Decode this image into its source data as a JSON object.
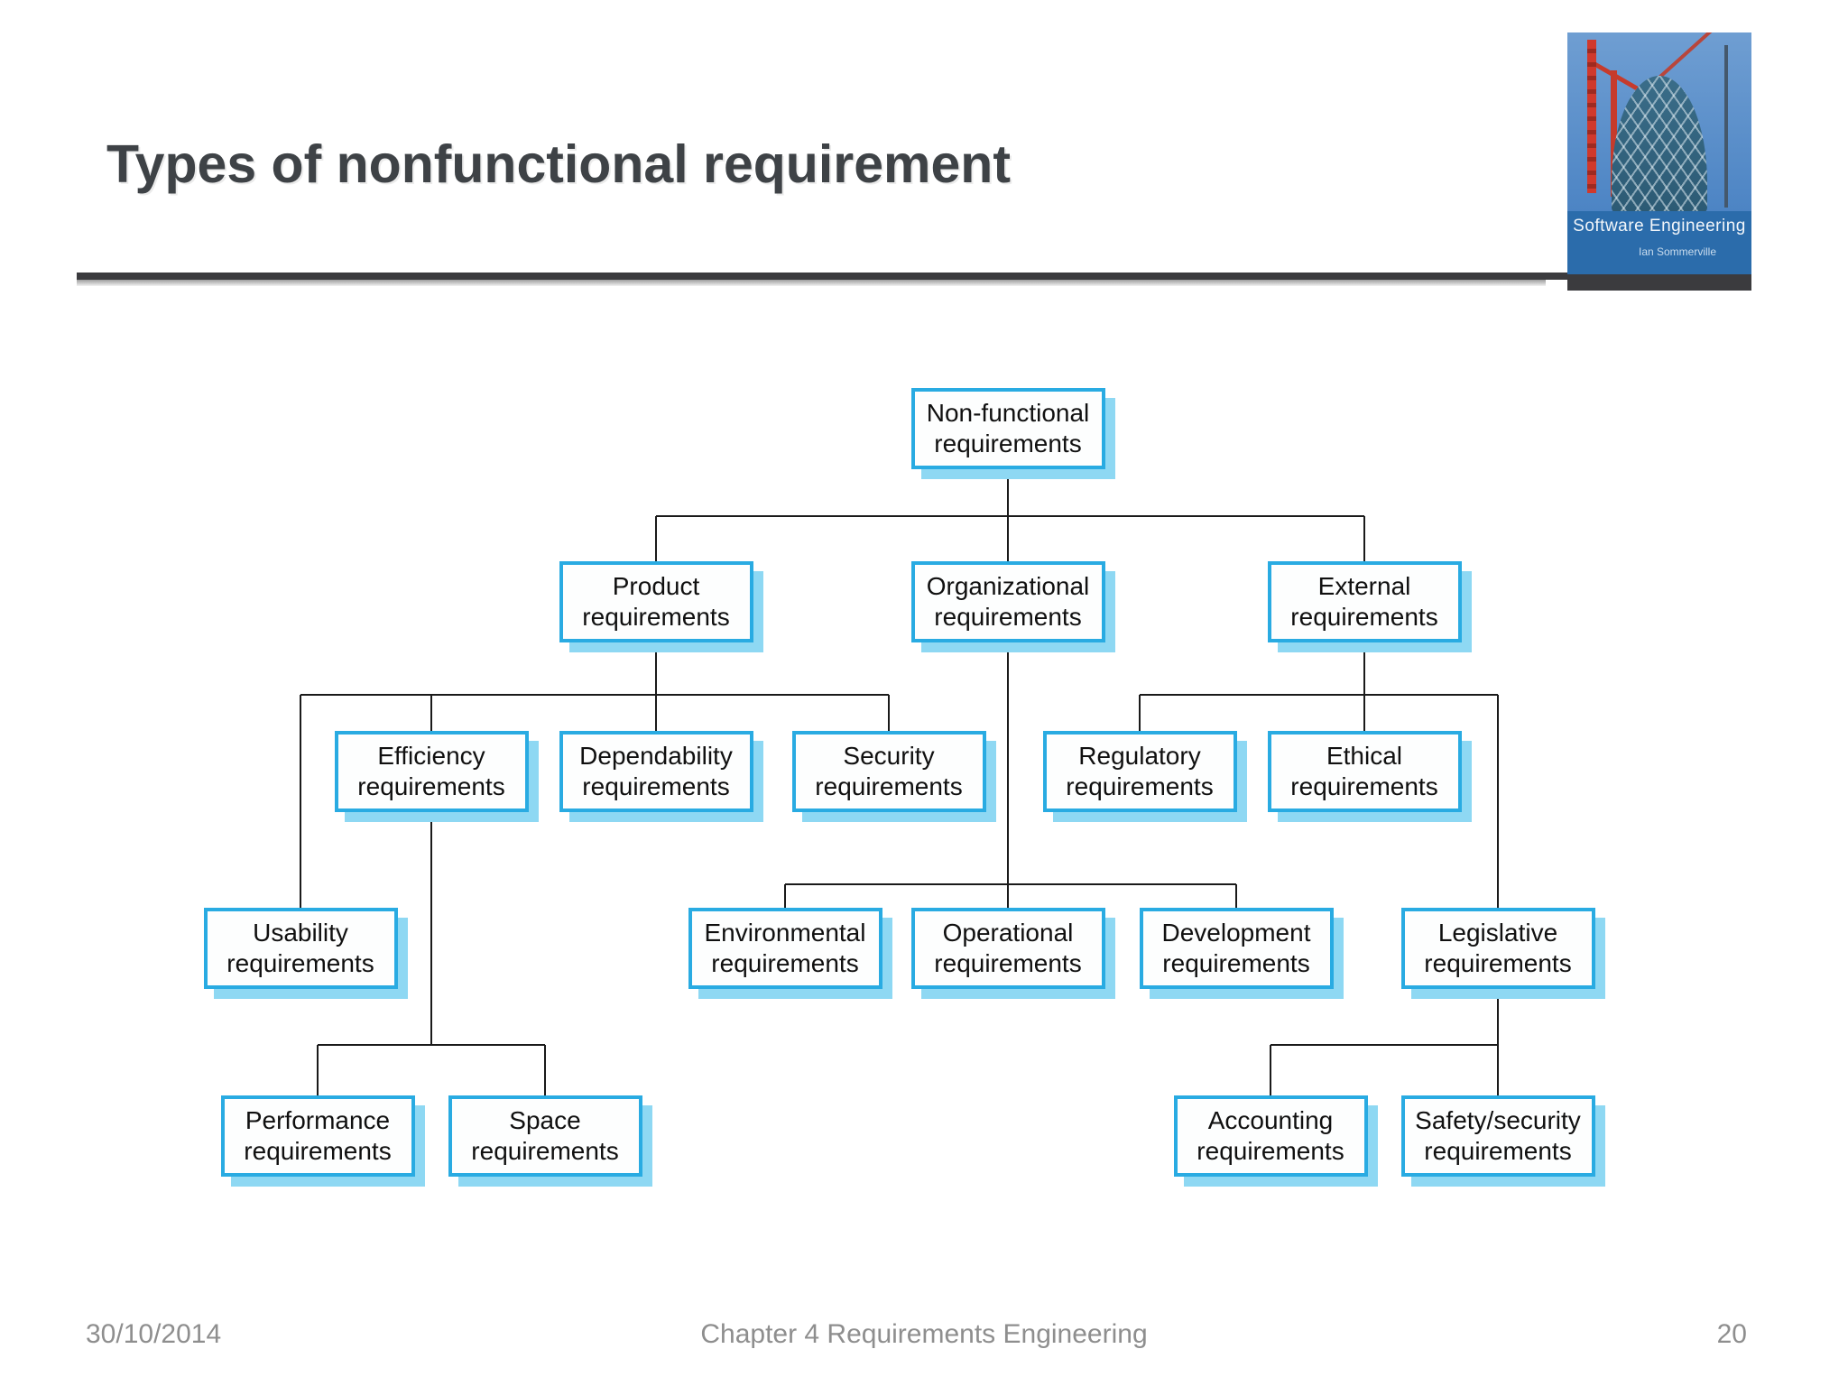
{
  "slide": {
    "title": "Types of nonfunctional requirement",
    "footer": {
      "date": "30/10/2014",
      "chapter": "Chapter 4 Requirements Engineering",
      "page_number": "20"
    }
  },
  "book_cover": {
    "title": "Software Engineering",
    "author": "Ian Sommerville"
  },
  "colors": {
    "box_border": "#29abe2",
    "box_shadow": "#8ed8f3",
    "box_fill": "#fdfefe",
    "connector": "#1a1a1a",
    "title_text": "#3e4246",
    "footer_text": "#8e8e8e",
    "divider": "#3b3b3e",
    "cover_band_blue": "#2b6cab"
  },
  "diagram": {
    "nodes": [
      {
        "id": "nonfunctional",
        "label": "Non-functional requirements"
      },
      {
        "id": "product",
        "label": "Product requirements"
      },
      {
        "id": "organizational",
        "label": "Organizational requirements"
      },
      {
        "id": "external",
        "label": "External requirements"
      },
      {
        "id": "efficiency",
        "label": "Efficiency requirements"
      },
      {
        "id": "dependability",
        "label": "Dependability requirements"
      },
      {
        "id": "security",
        "label": "Security requirements"
      },
      {
        "id": "regulatory",
        "label": "Regulatory requirements"
      },
      {
        "id": "ethical",
        "label": "Ethical requirements"
      },
      {
        "id": "usability",
        "label": "Usability requirements"
      },
      {
        "id": "environmental",
        "label": "Environmental requirements"
      },
      {
        "id": "operational",
        "label": "Operational requirements"
      },
      {
        "id": "development",
        "label": "Development requirements"
      },
      {
        "id": "legislative",
        "label": "Legislative requirements"
      },
      {
        "id": "performance",
        "label": "Performance requirements"
      },
      {
        "id": "space",
        "label": "Space requirements"
      },
      {
        "id": "accounting",
        "label": "Accounting requirements"
      },
      {
        "id": "safety",
        "label": "Safety/security requirements"
      }
    ],
    "edges": [
      [
        "nonfunctional",
        "product"
      ],
      [
        "nonfunctional",
        "organizational"
      ],
      [
        "nonfunctional",
        "external"
      ],
      [
        "product",
        "efficiency"
      ],
      [
        "product",
        "dependability"
      ],
      [
        "product",
        "security"
      ],
      [
        "product",
        "usability"
      ],
      [
        "efficiency",
        "performance"
      ],
      [
        "efficiency",
        "space"
      ],
      [
        "organizational",
        "environmental"
      ],
      [
        "organizational",
        "operational"
      ],
      [
        "organizational",
        "development"
      ],
      [
        "external",
        "regulatory"
      ],
      [
        "external",
        "ethical"
      ],
      [
        "external",
        "legislative"
      ],
      [
        "legislative",
        "accounting"
      ],
      [
        "legislative",
        "safety"
      ]
    ]
  }
}
